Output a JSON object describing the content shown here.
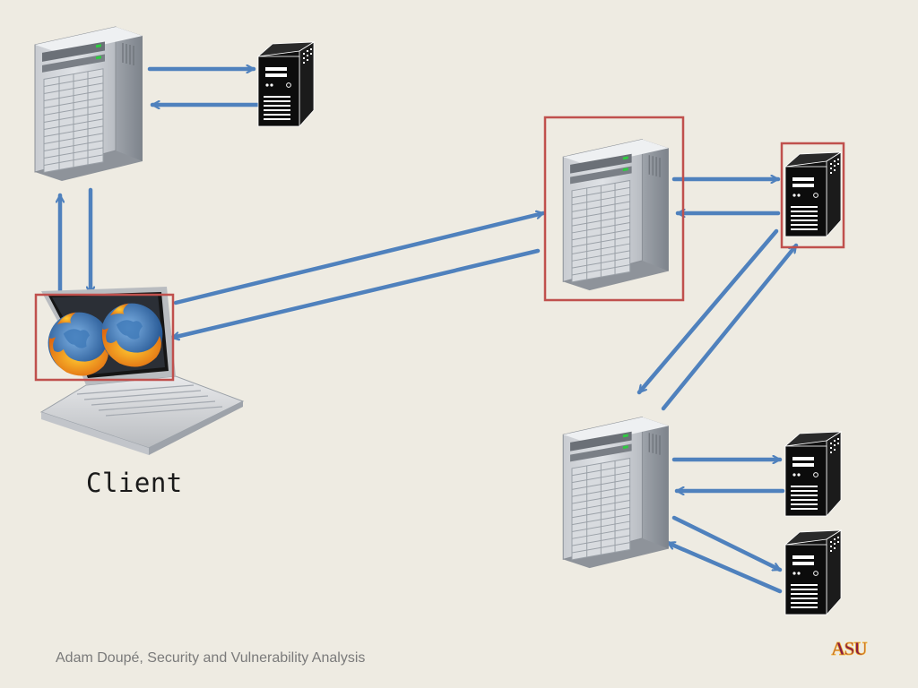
{
  "labels": {
    "client": "Client"
  },
  "footer": {
    "text": "Adam Doupé, Security and Vulnerability Analysis",
    "logo_text": "ASU"
  },
  "colors": {
    "background": "#EEEBE2",
    "arrow": "#4F81BD",
    "highlight_box": "#C0504D",
    "logo": "#8C1D40"
  },
  "icons": {
    "server": "tower-server-icon",
    "backend": "black-tower-server-icon",
    "client": "laptop-icon",
    "browser": "firefox-icon"
  }
}
